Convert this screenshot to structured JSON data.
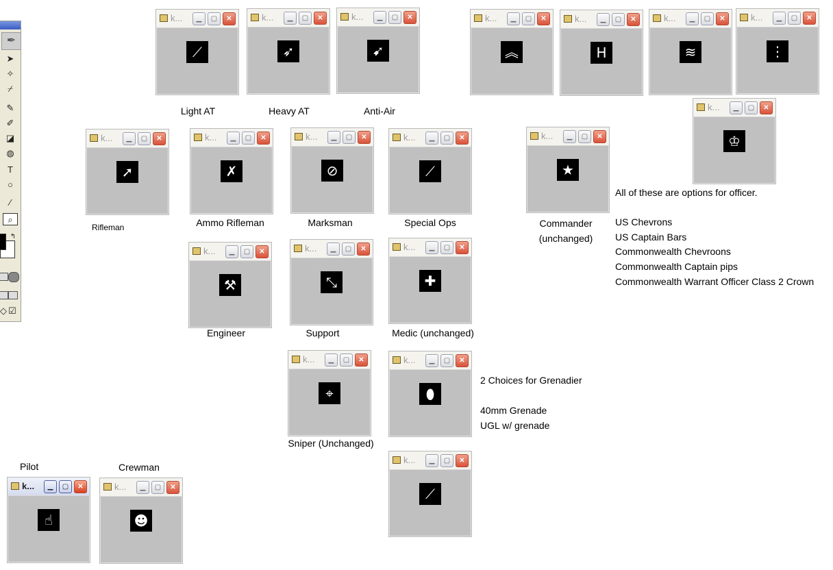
{
  "window_title": "k...",
  "labels": {
    "light_at": "Light AT",
    "heavy_at": "Heavy AT",
    "anti_air": "Anti-Air",
    "rifleman": "Rifleman",
    "ammo_rifleman": "Ammo Rifleman",
    "marksman": "Marksman",
    "special_ops": "Special Ops",
    "commander_1": "Commander",
    "commander_2": "(unchanged)",
    "engineer": "Engineer",
    "support": "Support",
    "medic": "Medic (unchanged)",
    "sniper": "Sniper (Unchanged)",
    "pilot": "Pilot",
    "crewman": "Crewman"
  },
  "officer_notes": {
    "intro": "All of these are options for officer.",
    "options": [
      "US Chevrons",
      "US Captain Bars",
      "Commonwealth Chevroons",
      "Commonwealth Captain pips",
      "Commonwealth Warrant Officer Class 2 Crown"
    ]
  },
  "grenadier_notes": {
    "intro": "2 Choices for Grenadier",
    "options": [
      "40mm Grenade",
      "UGL w/ grenade"
    ]
  },
  "icons": {
    "light_at": "rocket-launcher-icon",
    "heavy_at": "heavy-rocket-icon",
    "anti_air": "missile-icon",
    "us_chevrons": "chevrons-icon",
    "us_captain_bars": "captain-bars-icon",
    "cw_chevrons": "cw-chevrons-icon",
    "cw_captain_pips": "pips-icon",
    "cw_crown": "crown-icon",
    "rifleman": "rifle-icon",
    "ammo_rifleman": "ammo-rifle-icon",
    "marksman": "scoped-rifle-icon",
    "special_ops": "knife-icon",
    "commander": "star-icon",
    "engineer": "wrench-icon",
    "support": "machine-gun-icon",
    "medic": "cross-icon",
    "sniper": "crosshair-icon",
    "grenade_40mm": "grenade-icon",
    "ugl": "ugl-icon",
    "pilot": "pilot-icon",
    "crewman": "helmet-icon"
  },
  "colors": {
    "window_body": "#c0c0c0",
    "close_button": "#d9533b",
    "icon_bg": "#000000"
  }
}
